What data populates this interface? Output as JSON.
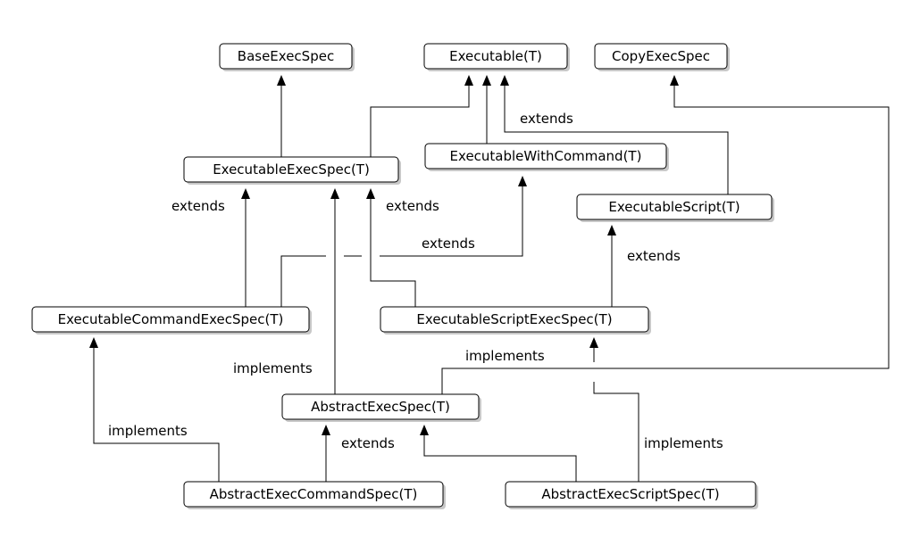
{
  "nodes": {
    "base_exec_spec": "BaseExecSpec",
    "executable": "Executable(T)",
    "copy_exec_spec": "CopyExecSpec",
    "executable_exec_spec": "ExecutableExecSpec(T)",
    "executable_with_command": "ExecutableWithCommand(T)",
    "executable_script": "ExecutableScript(T)",
    "executable_command_exec_spec": "ExecutableCommandExecSpec(T)",
    "executable_script_exec_spec": "ExecutableScriptExecSpec(T)",
    "abstract_exec_spec": "AbstractExecSpec(T)",
    "abstract_exec_command_spec": "AbstractExecCommandSpec(T)",
    "abstract_exec_script_spec": "AbstractExecScriptSpec(T)"
  },
  "edge_labels": {
    "script_extends_executable": "extends",
    "command_exec_spec_extends": "extends",
    "script_exec_spec_extends_exec_spec": "extends",
    "command_exec_spec_extends_with_command": "extends",
    "script_exec_spec_extends_script": "extends",
    "abstract_implements_exec_spec": "implements",
    "script_exec_spec_implements_copy": "implements",
    "command_spec_implements": "implements",
    "command_spec_extends_abstract": "extends",
    "script_spec_implements": "implements"
  }
}
